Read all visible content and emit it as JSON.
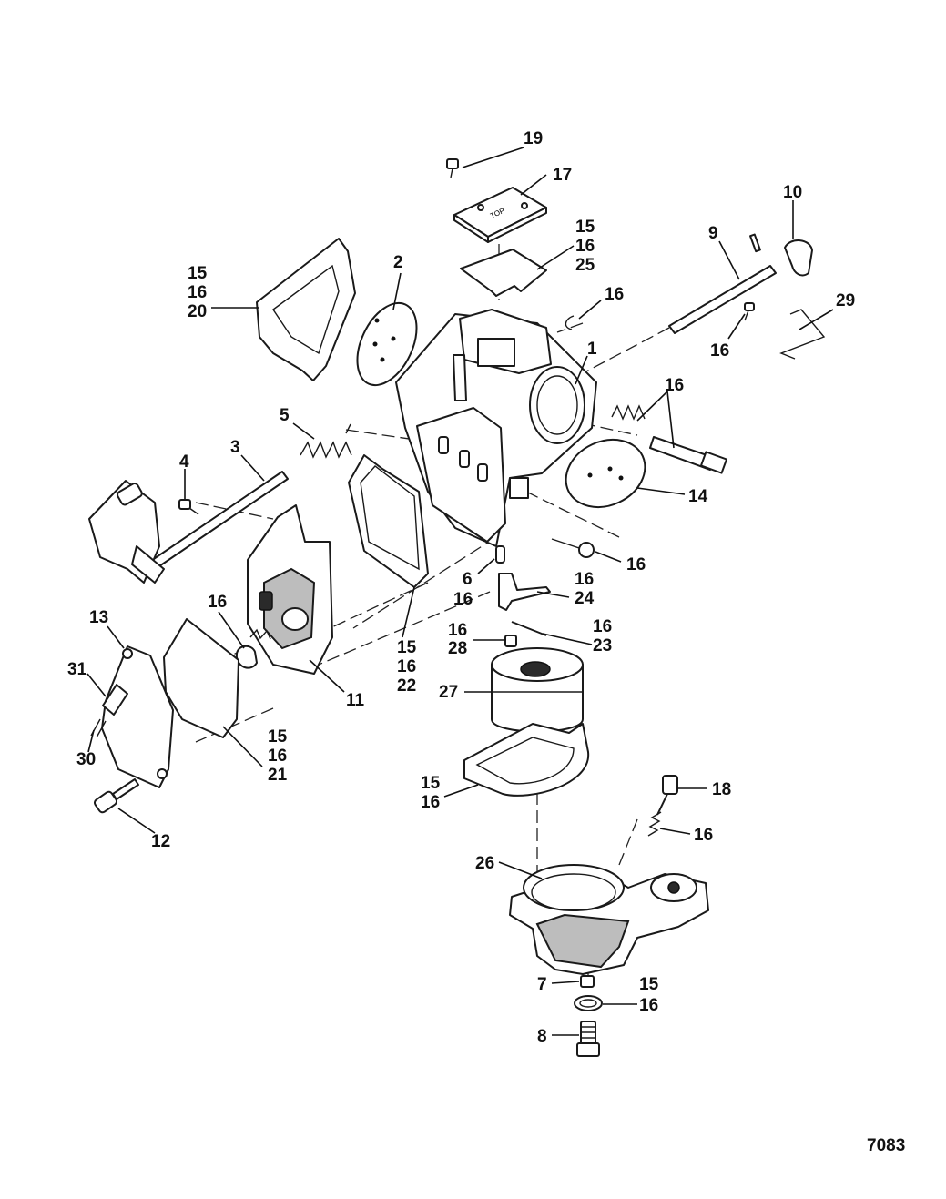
{
  "drawing_number": "7083",
  "callouts": [
    {
      "id": "c19",
      "lines": [
        "19"
      ]
    },
    {
      "id": "c17",
      "lines": [
        "17"
      ]
    },
    {
      "id": "c10",
      "lines": [
        "10"
      ]
    },
    {
      "id": "c9",
      "lines": [
        "9"
      ]
    },
    {
      "id": "c15-16-25",
      "lines": [
        "15",
        "16",
        "25"
      ]
    },
    {
      "id": "c15-16-20",
      "lines": [
        "15",
        "16",
        "20"
      ]
    },
    {
      "id": "c2",
      "lines": [
        "2"
      ]
    },
    {
      "id": "c16-clip",
      "lines": [
        "16"
      ]
    },
    {
      "id": "c29",
      "lines": [
        "29"
      ]
    },
    {
      "id": "c16-screw",
      "lines": [
        "16"
      ]
    },
    {
      "id": "c1",
      "lines": [
        "1"
      ]
    },
    {
      "id": "c16-spring",
      "lines": [
        "16"
      ]
    },
    {
      "id": "c5",
      "lines": [
        "5"
      ]
    },
    {
      "id": "c3",
      "lines": [
        "3"
      ]
    },
    {
      "id": "c4",
      "lines": [
        "4"
      ]
    },
    {
      "id": "c14",
      "lines": [
        "14"
      ]
    },
    {
      "id": "c16-nut",
      "lines": [
        "16"
      ]
    },
    {
      "id": "c6-16",
      "lines": [
        "6",
        "16"
      ]
    },
    {
      "id": "c16-24",
      "lines": [
        "16",
        "24"
      ]
    },
    {
      "id": "c13",
      "lines": [
        "13"
      ]
    },
    {
      "id": "c16-plunger",
      "lines": [
        "16"
      ]
    },
    {
      "id": "c16-28",
      "lines": [
        "16",
        "28"
      ]
    },
    {
      "id": "c16-23",
      "lines": [
        "16",
        "23"
      ]
    },
    {
      "id": "c15-16-22",
      "lines": [
        "15",
        "16",
        "22"
      ]
    },
    {
      "id": "c31",
      "lines": [
        "31"
      ]
    },
    {
      "id": "c11",
      "lines": [
        "11"
      ]
    },
    {
      "id": "c27",
      "lines": [
        "27"
      ]
    },
    {
      "id": "c30",
      "lines": [
        "30"
      ]
    },
    {
      "id": "c15-16-21",
      "lines": [
        "15",
        "16",
        "21"
      ]
    },
    {
      "id": "c15-16",
      "lines": [
        "15",
        "16"
      ]
    },
    {
      "id": "c18",
      "lines": [
        "18"
      ]
    },
    {
      "id": "c16-jet",
      "lines": [
        "16"
      ]
    },
    {
      "id": "c12",
      "lines": [
        "12"
      ]
    },
    {
      "id": "c26",
      "lines": [
        "26"
      ]
    },
    {
      "id": "c7",
      "lines": [
        "7"
      ]
    },
    {
      "id": "c15-16-drain",
      "lines": [
        "15",
        "16"
      ]
    },
    {
      "id": "c8",
      "lines": [
        "8"
      ]
    }
  ]
}
